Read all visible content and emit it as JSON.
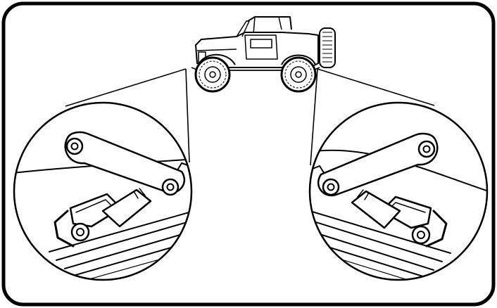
{
  "diagram": {
    "kind": "line-illustration",
    "subject": "jeep-suspension-shackle-detail",
    "views": [
      "front-shackle-detail",
      "rear-shackle-detail"
    ],
    "stroke_color": "#000000",
    "background_color": "#ffffff"
  }
}
